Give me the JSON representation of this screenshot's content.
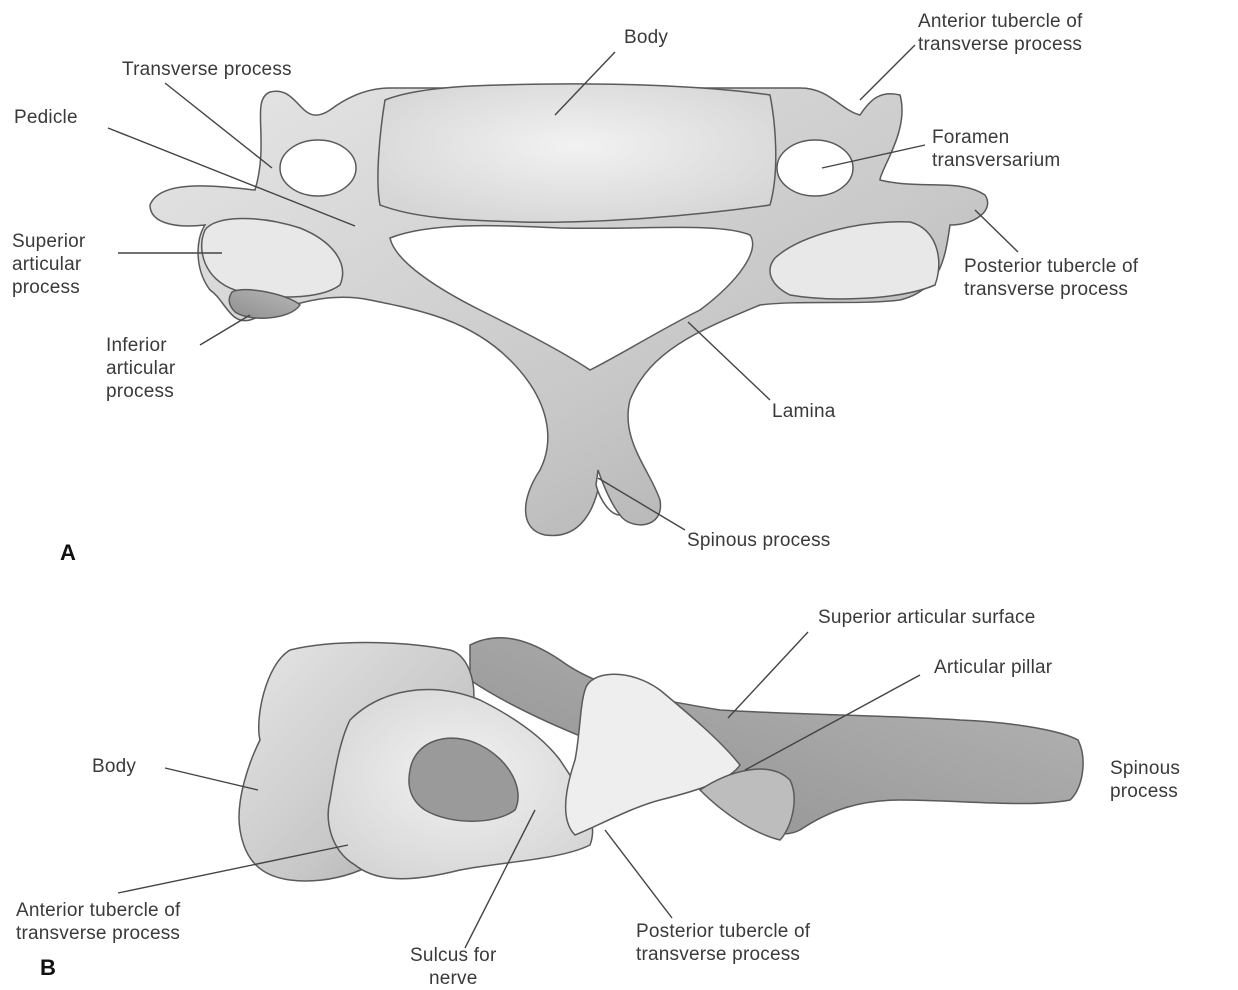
{
  "figure_a": {
    "panel_label": "A",
    "labels": {
      "body": "Body",
      "transverse_process": "Transverse process",
      "pedicle": "Pedicle",
      "superior_articular_process": "Superior\narticular\nprocess",
      "inferior_articular_process": "Inferior\narticular\nprocess",
      "anterior_tubercle": "Anterior tubercle of\ntransverse process",
      "foramen_transversarium": "Foramen\ntransversarium",
      "posterior_tubercle": "Posterior tubercle of\ntransverse process",
      "lamina": "Lamina",
      "spinous_process": "Spinous process"
    }
  },
  "figure_b": {
    "panel_label": "B",
    "labels": {
      "superior_articular_surface": "Superior articular surface",
      "articular_pillar": "Articular pillar",
      "body": "Body",
      "spinous_process": "Spinous\nprocess",
      "anterior_tubercle": "Anterior tubercle of\ntransverse process",
      "sulcus_for_nerve": "Sulcus for\nnerve",
      "posterior_tubercle": "Posterior tubercle of\ntransverse process"
    }
  },
  "colors": {
    "bone_fill": "#cfcfcf",
    "bone_light": "#ececec",
    "bone_dark": "#8e8e8e",
    "outline": "#555555",
    "leader": "#444444"
  }
}
